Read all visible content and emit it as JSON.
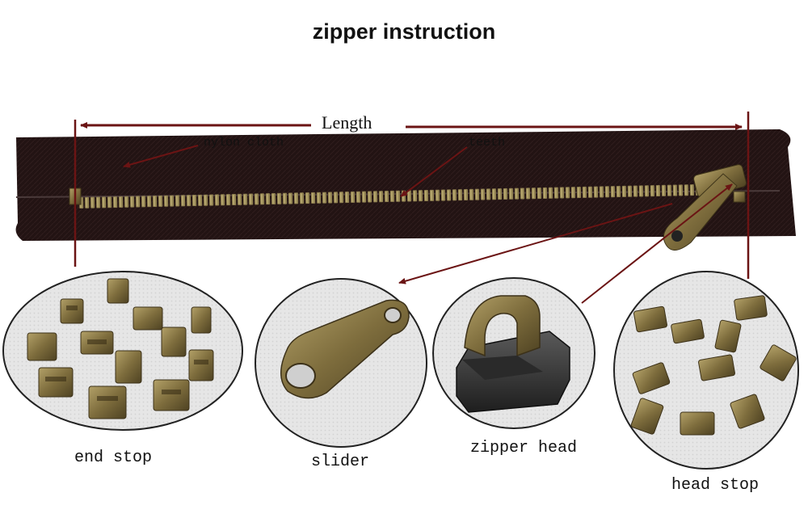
{
  "title": "zipper instruction",
  "labels": {
    "length": "Length",
    "nylon_cloth": "nylon cloth",
    "teeth": "teeth",
    "end_stop": "end stop",
    "slider": "slider",
    "zipper_head": "zipper head",
    "head_stop": "head stop"
  },
  "colors": {
    "arrow": "#6b1414",
    "fabric": "#231414",
    "brass": "#8a7a48",
    "photo_bg": "#e4e4e4"
  }
}
